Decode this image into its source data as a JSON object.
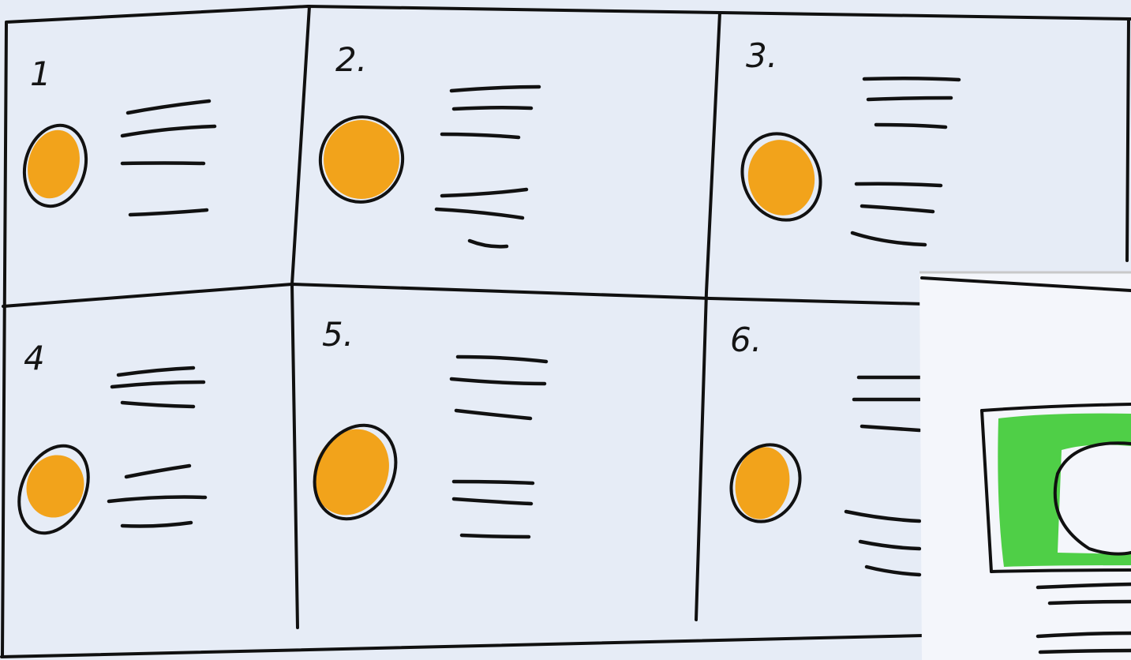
{
  "panels": [
    {
      "label": "1"
    },
    {
      "label": "2."
    },
    {
      "label": "3."
    },
    {
      "label": "4"
    },
    {
      "label": "5."
    },
    {
      "label": "6."
    }
  ],
  "colors": {
    "paper": "#e6ecf6",
    "ink": "#111111",
    "marker_orange": "#f2a31b",
    "marker_green": "#4fcf47"
  },
  "icons": {
    "panel_image": "orange-dot-icon",
    "overlay_image": "image-placeholder-icon"
  }
}
